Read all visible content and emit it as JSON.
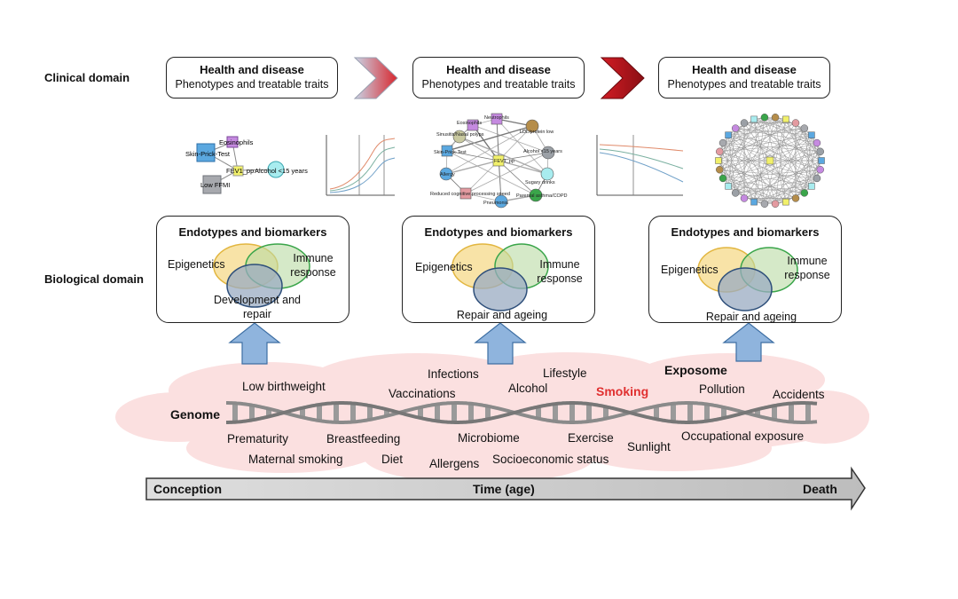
{
  "domains": {
    "clinical": "Clinical domain",
    "biological": "Biological domain"
  },
  "clinical_boxes": [
    {
      "title": "Health and disease",
      "subtitle": "Phenotypes and treatable traits"
    },
    {
      "title": "Health and disease",
      "subtitle": "Phenotypes and treatable traits"
    },
    {
      "title": "Health and disease",
      "subtitle": "Phenotypes and treatable traits"
    }
  ],
  "network1": {
    "nodes": [
      "Eosinophils",
      "Skin-Prick-Test",
      "FEV1_pp",
      "Alcohol <15 years",
      "Low FFMI"
    ]
  },
  "network2": {
    "nodes": [
      "Eosinophils",
      "Neutrophils",
      "Sinusitis/Nasal polyps",
      "Skin-Prick-Test",
      "FEV1_pp",
      "Allergy",
      "Reduced cognitive processing speed",
      "Parental asthma/COPD",
      "Pneumonia",
      "Sugary drinks",
      "Alcohol <15 years",
      "LDL/protein low"
    ]
  },
  "biological_boxes": [
    {
      "title": "Endotypes and biomarkers",
      "epi": "Epigenetics",
      "immune": "Immune response",
      "third": "Development and repair"
    },
    {
      "title": "Endotypes and biomarkers",
      "epi": "Epigenetics",
      "immune": "Immune response",
      "third": "Repair and ageing"
    },
    {
      "title": "Endotypes and biomarkers",
      "epi": "Epigenetics",
      "immune": "Immune response",
      "third": "Repair and ageing"
    }
  ],
  "genome_label": "Genome",
  "exposome_label": "Exposome",
  "factors": {
    "low_birthweight": "Low birthweight",
    "infections": "Infections",
    "vaccinations": "Vaccinations",
    "alcohol": "Alcohol",
    "lifestyle": "Lifestyle",
    "smoking": "Smoking",
    "pollution": "Pollution",
    "accidents": "Accidents",
    "prematurity": "Prematurity",
    "breastfeeding": "Breastfeeding",
    "maternal_smoking": "Maternal smoking",
    "diet": "Diet",
    "microbiome": "Microbiome",
    "allergens": "Allergens",
    "socioeconomic": "Socioeconomic status",
    "exercise": "Exercise",
    "sunlight": "Sunlight",
    "occupational": "Occupational exposure"
  },
  "timeline": {
    "start": "Conception",
    "middle": "Time (age)",
    "end": "Death"
  },
  "colors": {
    "epigenetics": "#f6d98a",
    "immune": "#b9dba3",
    "third": "#9aabc2",
    "smoking": "#e03030",
    "cloud": "#fbe0e0",
    "arrow_up": "#8fb4dd",
    "chevron_dark": "#c0161d"
  }
}
